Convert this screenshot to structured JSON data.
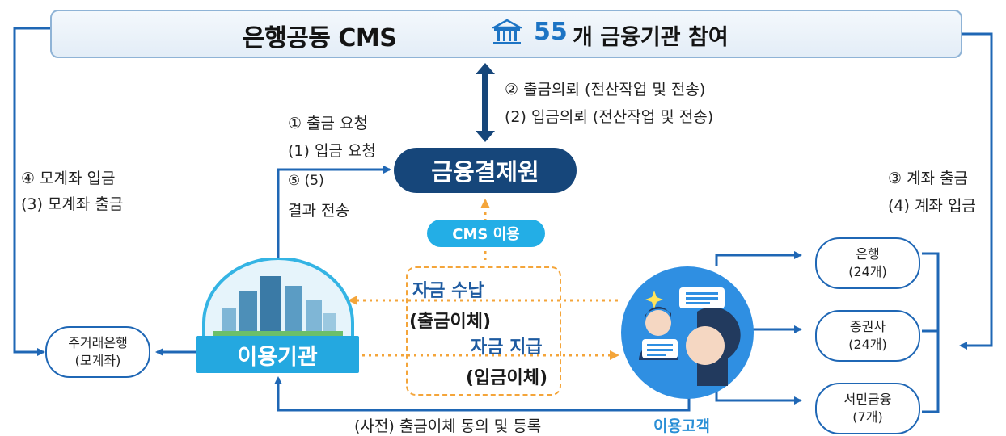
{
  "banner": {
    "title": "은행공동 CMS",
    "count": "55",
    "count_suffix": "개 금융기관 참여"
  },
  "steps": {
    "s2": "② 출금의뢰 (전산작업 및 전송)",
    "s2p": "(2) 입금의뢰 (전산작업 및 전송)",
    "s1": "① 출금 요청",
    "s1p": "(1) 입금 요청",
    "s5": "⑤ (5)",
    "s5_text": "결과 전송",
    "s4": "④ 모계좌 입금",
    "s3p": "(3) 모계좌 출금",
    "s3": "③ 계좌 출금",
    "s4p": "(4) 계좌 입금"
  },
  "center": {
    "label": "금융결제원",
    "cms_use": "CMS 이용"
  },
  "flows": {
    "collect": "자금 수납",
    "collect_sub": "(출금이체)",
    "pay": "자금 지급",
    "pay_sub": "(입금이체)"
  },
  "institution": {
    "label": "이용기관"
  },
  "main_bank": {
    "line1": "주거래은행",
    "line2": "(모계좌)"
  },
  "customer": {
    "label": "이용고객"
  },
  "consent": "(사전) 출금이체 동의 및 등록",
  "targets": [
    {
      "line1": "은행",
      "line2": "(24개)"
    },
    {
      "line1": "증권사",
      "line2": "(24개)"
    },
    {
      "line1": "서민금융",
      "line2": "(7개)"
    }
  ],
  "colors": {
    "line_blue": "#1f67b5",
    "dark_navy": "#16467a",
    "cyan": "#24a8e0",
    "orange_dotted": "#f4a53a",
    "highlight_blue": "#1d74c4"
  }
}
